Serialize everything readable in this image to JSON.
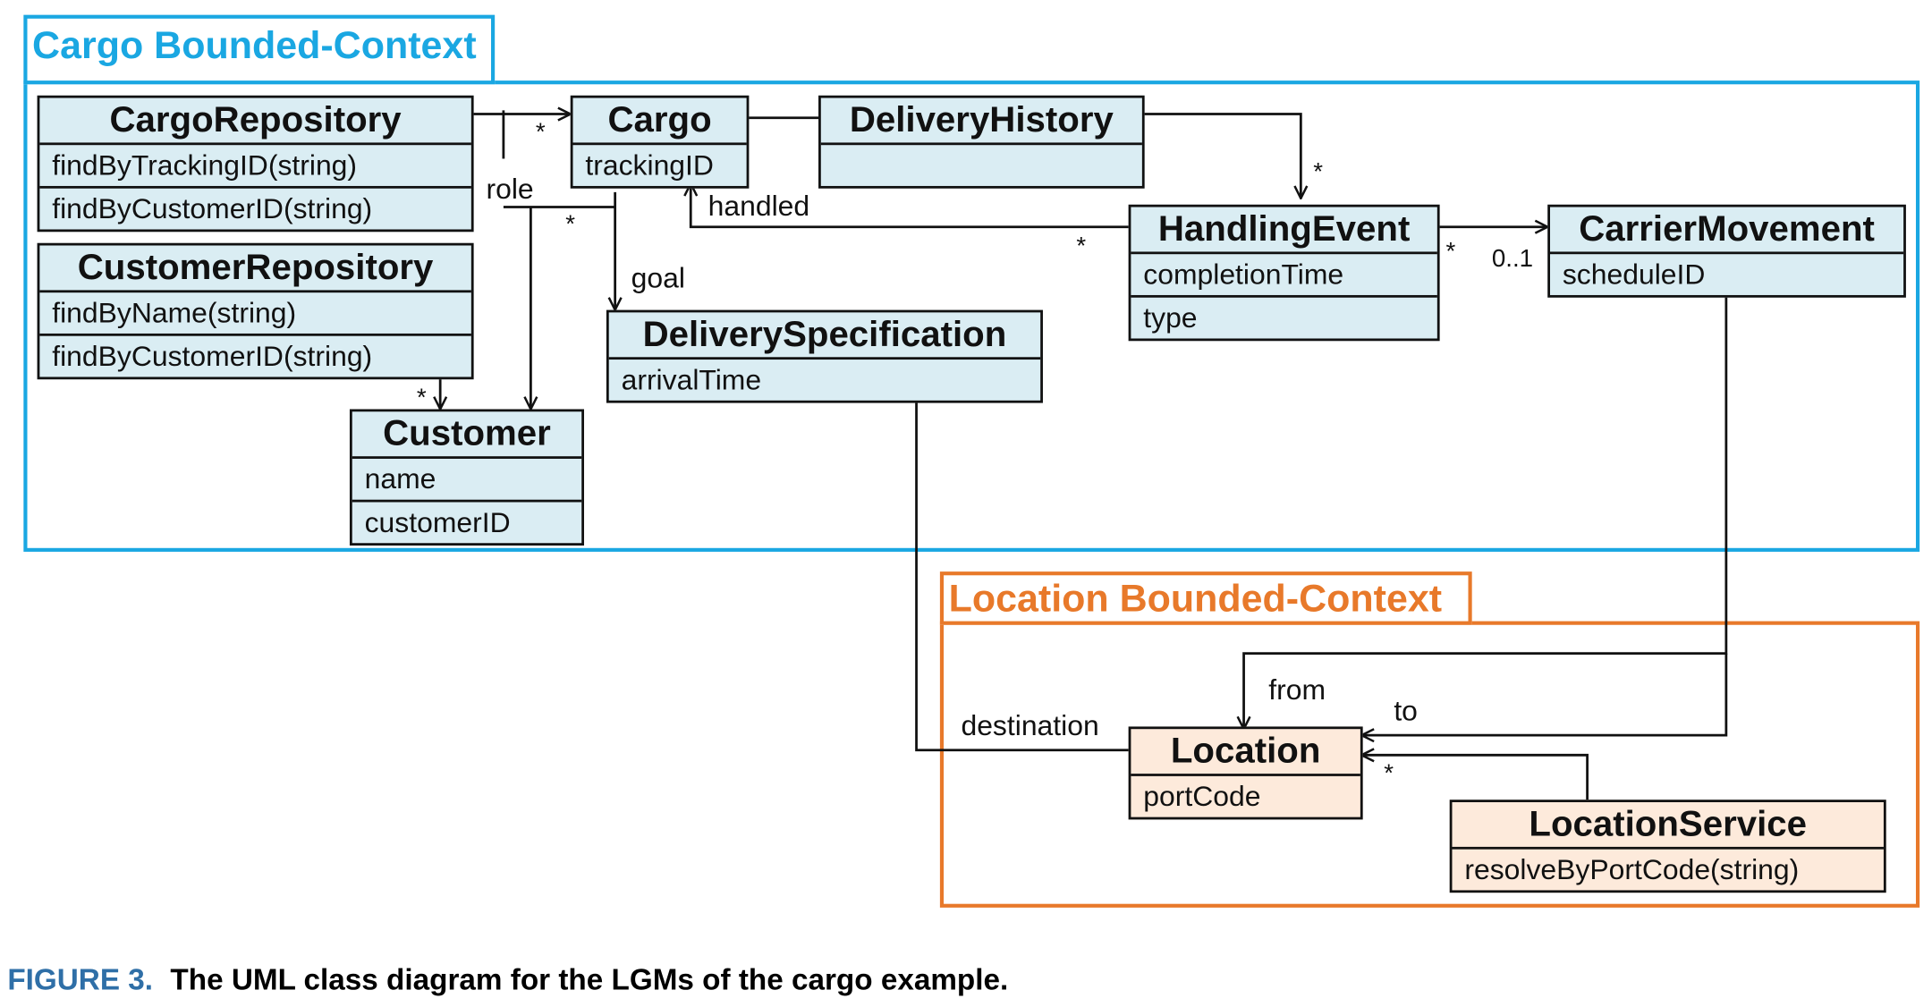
{
  "contexts": {
    "cargo": {
      "label": "Cargo Bounded-Context",
      "color": "#1aa7e2"
    },
    "location": {
      "label": "Location Bounded-Context",
      "color": "#e8792a"
    }
  },
  "classes": {
    "cargo_repository": {
      "name": "CargoRepository",
      "members": [
        "findByTrackingID(string)",
        "findByCustomerID(string)"
      ]
    },
    "customer_repository": {
      "name": "CustomerRepository",
      "members": [
        "findByName(string)",
        "findByCustomerID(string)"
      ]
    },
    "customer": {
      "name": "Customer",
      "members": [
        "name",
        "customerID"
      ]
    },
    "cargo": {
      "name": "Cargo",
      "members": [
        "trackingID"
      ]
    },
    "delivery_history": {
      "name": "DeliveryHistory",
      "members": [
        ""
      ]
    },
    "delivery_specification": {
      "name": "DeliverySpecification",
      "members": [
        "arrivalTime"
      ]
    },
    "handling_event": {
      "name": "HandlingEvent",
      "members": [
        "completionTime",
        "type"
      ]
    },
    "carrier_movement": {
      "name": "CarrierMovement",
      "members": [
        "scheduleID"
      ]
    },
    "location": {
      "name": "Location",
      "members": [
        "portCode"
      ]
    },
    "location_service": {
      "name": "LocationService",
      "members": [
        "resolveByPortCode(string)"
      ]
    }
  },
  "edge_labels": {
    "role": "role",
    "goal": "goal",
    "handled": "handled",
    "destination": "destination",
    "from": "from",
    "to": "to"
  },
  "multiplicities": {
    "cargo_repo_to_cargo": "*",
    "role_to_customer": "*",
    "history_to_event": "*",
    "event_to_cargo": "*",
    "event_to_movement": "*",
    "movement_end": "0..1",
    "customer_repo_to_customer": "*",
    "service_to_location": "*"
  },
  "caption": {
    "figure": "FIGURE 3.",
    "text": "The UML class diagram for the LGMs of the cargo example."
  }
}
